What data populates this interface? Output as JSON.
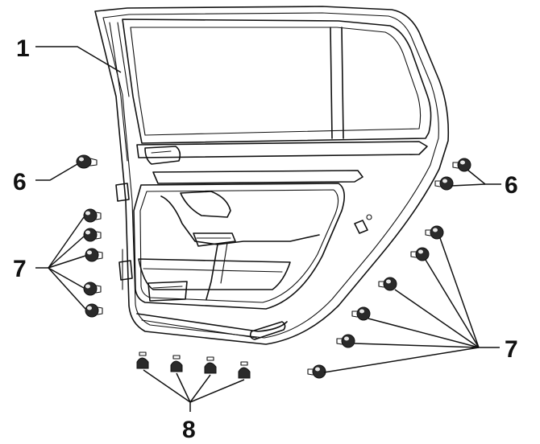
{
  "callouts": {
    "c1": "1",
    "c6_left": "6",
    "c6_right": "6",
    "c7_left": "7",
    "c7_right": "7",
    "c8": "8"
  }
}
